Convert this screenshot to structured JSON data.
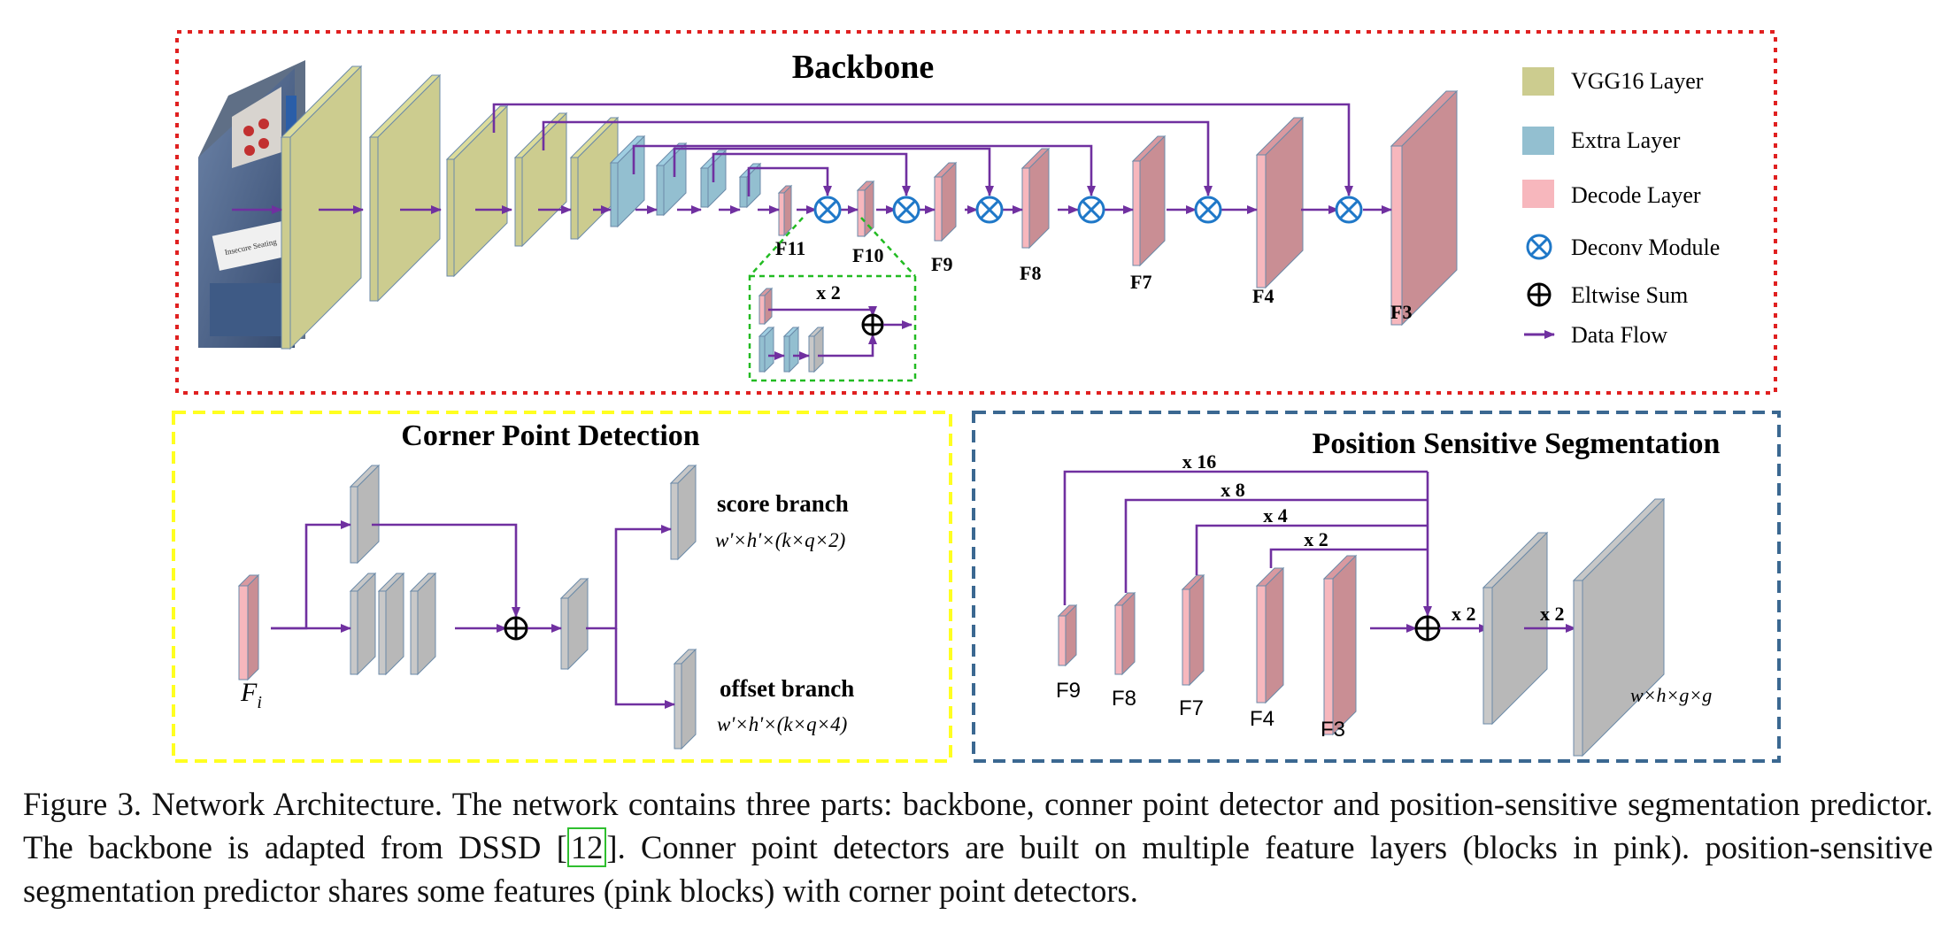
{
  "backbone": {
    "title": "Backbone",
    "legend": [
      {
        "label": "VGG16 Layer",
        "color": "#cccc8f"
      },
      {
        "label": "Extra Layer",
        "color": "#93bfd0"
      },
      {
        "label": "Decode Layer",
        "color": "#f7b7bd"
      },
      {
        "label": "Deconv Module",
        "icon": "deconv-module-icon"
      },
      {
        "label": "Eltwise Sum",
        "icon": "eltwise-sum-icon"
      },
      {
        "label": "Data Flow",
        "icon": "arrow-icon"
      }
    ],
    "feature_labels": [
      "F11",
      "F10",
      "F9",
      "F8",
      "F7",
      "F4",
      "F3"
    ],
    "inset_label": "x 2",
    "image_sign": "Insecure Seating"
  },
  "corner": {
    "title": "Corner Point Detection",
    "input_label": "F",
    "input_sub": "i",
    "score_label": "score branch",
    "score_formula": "w'×h'×(k×q×2)",
    "offset_label": "offset branch",
    "offset_formula": "w'×h'×(k×q×4)"
  },
  "segmentation": {
    "title": "Position Sensitive Segmentation",
    "scales": [
      "x 16",
      "x 8",
      "x 4",
      "x 2"
    ],
    "feature_labels": [
      "F9",
      "F8",
      "F7",
      "F4",
      "F3"
    ],
    "up_labels": [
      "x 2",
      "x 2"
    ],
    "output_formula": "w×h×g×g"
  },
  "caption": {
    "part1": "Figure 3. Network Architecture. The network contains three parts: backbone, conner point detector and position-sensitive segmentation predictor. The backbone is adapted from DSSD [",
    "ref": "12",
    "part2": "]. Conner point detectors are built on multiple feature layers (blocks in pink). position-sensitive segmentation predictor shares some features (pink blocks) with corner point detectors."
  },
  "colors": {
    "vgg": "#cccc8f",
    "extra": "#93bfd0",
    "decode": "#f7b7bd",
    "decode_dark": "#c98e94",
    "gray": "#c8c8c8",
    "flow": "#7030a0",
    "deconv": "#1f78c8",
    "backbone_border": "#e02020",
    "corner_border": "#ffff20",
    "seg_border": "#3b6891",
    "inset_border": "#22bb22"
  }
}
